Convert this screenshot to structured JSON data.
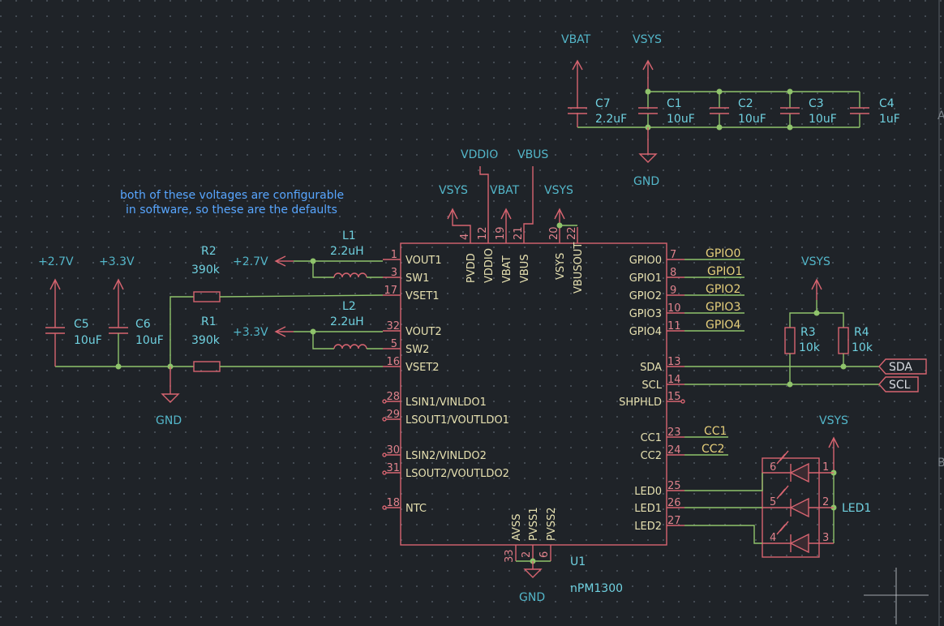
{
  "note": {
    "line1": "both of these voltages are configurable",
    "line2": "in software, so these are the defaults"
  },
  "power": {
    "vbat": "VBAT",
    "vsys": "VSYS",
    "gnd": "GND",
    "vddio": "VDDIO",
    "vbus": "VBUS",
    "v27": "+2.7V",
    "v33": "+3.3V"
  },
  "caps": [
    {
      "ref": "C7",
      "value": "2.2uF"
    },
    {
      "ref": "C1",
      "value": "10uF"
    },
    {
      "ref": "C2",
      "value": "10uF"
    },
    {
      "ref": "C3",
      "value": "10uF"
    },
    {
      "ref": "C4",
      "value": "1uF"
    },
    {
      "ref": "C5",
      "value": "10uF"
    },
    {
      "ref": "C6",
      "value": "10uF"
    }
  ],
  "resistors": [
    {
      "ref": "R2",
      "value": "390k"
    },
    {
      "ref": "R1",
      "value": "390k"
    },
    {
      "ref": "R3",
      "value": "10k"
    },
    {
      "ref": "R4",
      "value": "10k"
    }
  ],
  "inductors": [
    {
      "ref": "L1",
      "value": "2.2uH"
    },
    {
      "ref": "L2",
      "value": "2.2uH"
    }
  ],
  "ic": {
    "ref": "U1",
    "value": "nPM1300",
    "left_pins": [
      {
        "num": "1",
        "name": "VOUT1"
      },
      {
        "num": "3",
        "name": "SW1"
      },
      {
        "num": "17",
        "name": "VSET1"
      },
      {
        "num": "32",
        "name": "VOUT2"
      },
      {
        "num": "5",
        "name": "SW2"
      },
      {
        "num": "16",
        "name": "VSET2"
      },
      {
        "num": "28",
        "name": "LSIN1/VINLDO1"
      },
      {
        "num": "29",
        "name": "LSOUT1/VOUTLDO1"
      },
      {
        "num": "30",
        "name": "LSIN2/VINLDO2"
      },
      {
        "num": "31",
        "name": "LSOUT2/VOUTLDO2"
      },
      {
        "num": "18",
        "name": "NTC"
      }
    ],
    "right_pins": [
      {
        "num": "7",
        "name": "GPIO0"
      },
      {
        "num": "8",
        "name": "GPIO1"
      },
      {
        "num": "9",
        "name": "GPIO2"
      },
      {
        "num": "10",
        "name": "GPIO3"
      },
      {
        "num": "11",
        "name": "GPIO4"
      },
      {
        "num": "13",
        "name": "SDA"
      },
      {
        "num": "14",
        "name": "SCL"
      },
      {
        "num": "15",
        "name": "SHPHLD"
      },
      {
        "num": "23",
        "name": "CC1"
      },
      {
        "num": "24",
        "name": "CC2"
      },
      {
        "num": "25",
        "name": "LED0"
      },
      {
        "num": "26",
        "name": "LED1"
      },
      {
        "num": "27",
        "name": "LED2"
      }
    ],
    "top_pins": [
      {
        "num": "4",
        "name": "PVDD"
      },
      {
        "num": "12",
        "name": "VDDIO"
      },
      {
        "num": "19",
        "name": "VBAT"
      },
      {
        "num": "21",
        "name": "VBUS"
      },
      {
        "num": "20",
        "name": "VSYS"
      },
      {
        "num": "22",
        "name": "VBUSOUT"
      }
    ],
    "bottom_pins": [
      {
        "num": "33",
        "name": "AVSS"
      },
      {
        "num": "2",
        "name": "PVSS1"
      },
      {
        "num": "6",
        "name": "PVSS2"
      }
    ]
  },
  "net_labels": {
    "gpio": [
      "GPIO0",
      "GPIO1",
      "GPIO2",
      "GPIO3",
      "GPIO4"
    ],
    "cc": [
      "CC1",
      "CC2"
    ],
    "sda": "SDA",
    "scl": "SCL"
  },
  "led": {
    "ref": "LED1",
    "pins": [
      "6",
      "5",
      "4",
      "1",
      "2",
      "3"
    ]
  },
  "side_marks": [
    "A",
    "B"
  ],
  "colors": {
    "background": "#1f2328",
    "wire": "#8fc36b",
    "body": "#d76470",
    "power_text": "#53b6c9",
    "net_label": "#e6cf7b",
    "note": "#58a6ff"
  }
}
